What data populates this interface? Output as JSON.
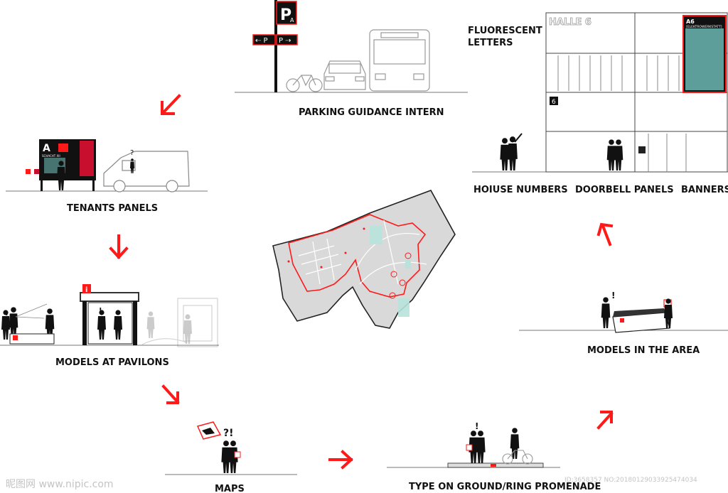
{
  "labels": {
    "parking": "PARKING GUIDANCE INTERN",
    "tenants": "TENANTS PANELS",
    "pavilons": "MODELS AT PAVILONS",
    "maps": "MAPS",
    "ground": "TYPE ON GROUND/RING PROMENADE",
    "area": "MODELS IN THE AREA",
    "house_numbers": "HOIUSE NUMBERS",
    "doorbell": "DOORBELL PANELS",
    "banners": "BANNERS",
    "fluorescent_1": "FLUORESCENT",
    "fluorescent_2": "LETTERS"
  },
  "signs": {
    "parking_letter": "P",
    "parking_sub": "A",
    "hall_name": "HALLE 6",
    "hall_code": "A6",
    "hall_sub": "[ELEKTROWERKSTATT]",
    "hall_number": "6",
    "tenant_letter": "A",
    "tenant_sub": "SCHACHT XII",
    "info_mark": "i",
    "question_mark": "?",
    "exclaim_mark": "!",
    "question_exclaim": "?!"
  },
  "watermark": {
    "left": "昵图网 www.nipic.com",
    "right": "ID:3658357 NO:20180129033925474034"
  },
  "colors": {
    "accent": "#ff1a1a",
    "ink": "#111111",
    "map_fill": "#d9d9d9",
    "teal": "#5e9e9a",
    "line_gray": "#777777"
  }
}
